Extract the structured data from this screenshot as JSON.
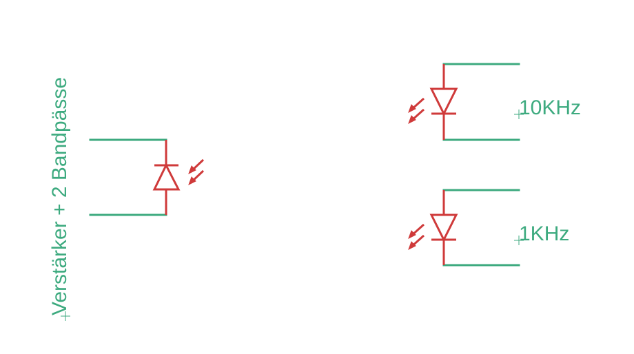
{
  "labels": {
    "left_note": "Verstärker + 2 Bandpässe",
    "top_right": "10KHz",
    "bottom_right": "1KHz"
  },
  "colors": {
    "wire": "#3daa7f",
    "component": "#cf3a3a",
    "background": "#ffffff"
  },
  "components": [
    {
      "name": "photodiode",
      "icon": "photodiode-receiver-icon"
    },
    {
      "name": "led-10khz",
      "icon": "led-emitter-icon"
    },
    {
      "name": "led-1khz",
      "icon": "led-emitter-icon"
    }
  ]
}
